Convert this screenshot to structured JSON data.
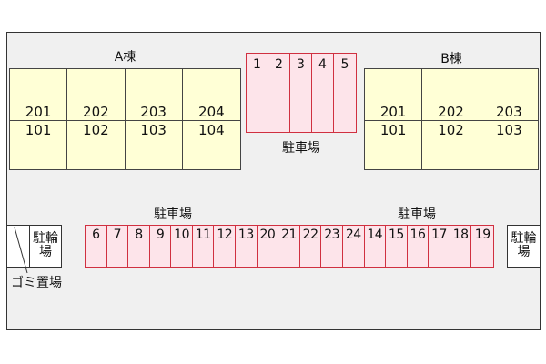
{
  "buildingA": {
    "label": "A棟",
    "units": [
      {
        "upper": "201",
        "lower": "101"
      },
      {
        "upper": "202",
        "lower": "102"
      },
      {
        "upper": "203",
        "lower": "103"
      },
      {
        "upper": "204",
        "lower": "104"
      }
    ]
  },
  "buildingB": {
    "label": "B棟",
    "units": [
      {
        "upper": "201",
        "lower": "101"
      },
      {
        "upper": "202",
        "lower": "102"
      },
      {
        "upper": "203",
        "lower": "103"
      }
    ]
  },
  "topLot": {
    "label": "駐車場",
    "stalls": [
      "1",
      "2",
      "3",
      "4",
      "5"
    ]
  },
  "bottomLot": {
    "labelLeft": "駐車場",
    "labelRight": "駐車場",
    "stalls": [
      "6",
      "7",
      "8",
      "9",
      "10",
      "11",
      "12",
      "13",
      "20",
      "21",
      "22",
      "23",
      "24",
      "14",
      "15",
      "16",
      "17",
      "18",
      "19"
    ]
  },
  "bikeParking": {
    "left": "駐輪場",
    "right": "駐輪場"
  },
  "garbage": {
    "label": "ゴミ置場"
  },
  "colors": {
    "building": "#ffffd6",
    "parking": "#fde4ea",
    "parkingBorder": "#d03040",
    "site": "#f0f0f0"
  }
}
